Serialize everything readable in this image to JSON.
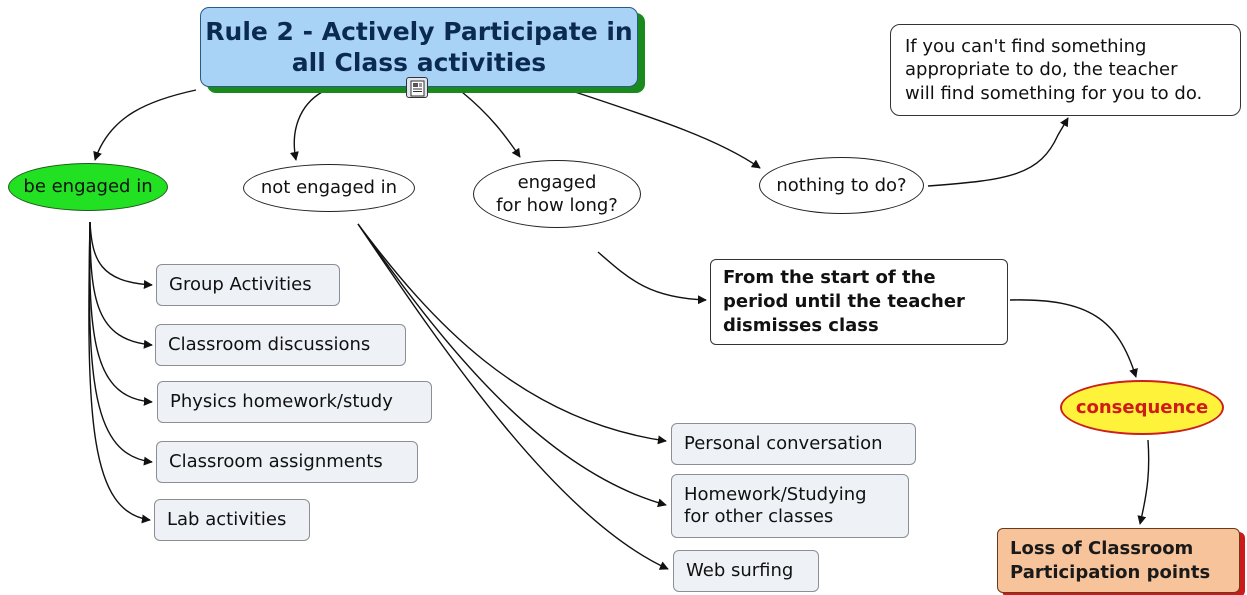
{
  "title": "Rule 2 - Actively Participate in all Class activities",
  "note": "If you can't find something\nappropriate to do, the teacher\nwill find something for you to do.",
  "questions": {
    "be_engaged": "be engaged in",
    "not_engaged": "not engaged in",
    "how_long": "engaged\nfor how long?",
    "nothing_to_do": "nothing to do?"
  },
  "engaged_activities": [
    "Group Activities",
    "Classroom discussions",
    "Physics homework/study",
    "Classroom assignments",
    "Lab activities"
  ],
  "not_engaged_activities": [
    "Personal conversation",
    "Homework/Studying for other classes",
    "Web surfing"
  ],
  "duration": "From the start of the\nperiod until the teacher\ndismisses class",
  "consequence": "consequence",
  "result": "Loss of Classroom\nParticipation points",
  "icons": {
    "resource": "document-icon"
  },
  "colors": {
    "title_fill": "#a9d3f6",
    "title_shadow": "#1b8a1e",
    "engaged_fill": "#22e022",
    "consequence_fill": "#fff23a",
    "consequence_border": "#cc1f1f",
    "result_fill": "#f6c39a",
    "result_shadow": "#cc1a1a",
    "activity_fill": "#eef2f6"
  }
}
